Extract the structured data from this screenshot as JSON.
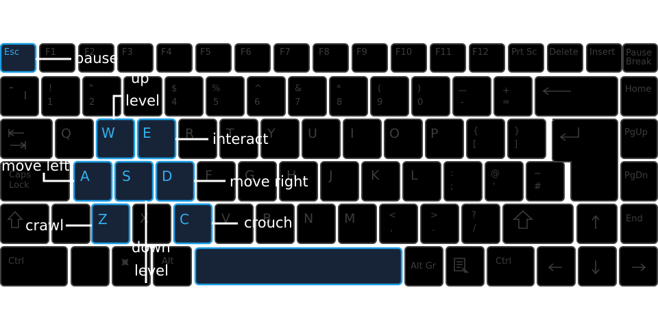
{
  "keyboard": {
    "row_fn": {
      "esc": "Esc",
      "f1": "F1",
      "f2": "F2",
      "f3": "F3",
      "f4": "F4",
      "f5": "F5",
      "f6": "F6",
      "f7": "F7",
      "f8": "F8",
      "f9": "F9",
      "f10": "F10",
      "f11": "F11",
      "f12": "F12",
      "prtsc": "Prt Sc",
      "delete": "Delete",
      "insert": "Insert",
      "pause": "Pause",
      "break": "Break"
    },
    "row_num": {
      "k1_top": "!",
      "k1_bot": "1",
      "k2_top": "\"",
      "k2_bot": "2",
      "k4_top": "$",
      "k4_bot": "4",
      "k5_top": "%",
      "k5_bot": "5",
      "k6_top": "^",
      "k6_bot": "6",
      "k7_top": "&",
      "k7_bot": "7",
      "k8_top": "*",
      "k8_bot": "8",
      "k9_top": "(",
      "k9_bot": "9",
      "k0_top": ")",
      "k0_bot": "0",
      "minus_top": "—",
      "minus_bot": "-",
      "plus_top": "+",
      "plus_bot": "=",
      "home": "Home"
    },
    "row_q": {
      "q": "Q",
      "w": "W",
      "e": "E",
      "r": "R",
      "t": "T",
      "y": "Y",
      "u": "U",
      "i": "I",
      "o": "O",
      "p": "P",
      "brace_top": "{",
      "brace_bot": "[",
      "bracket_top": "}",
      "bracket_bot": "]",
      "pgup": "PgUp"
    },
    "row_a": {
      "caps1": "Caps",
      "caps2": "Lock",
      "a": "A",
      "s": "S",
      "d": "D",
      "f": "F",
      "g": "G",
      "h": "H",
      "j": "J",
      "k": "K",
      "l": "L",
      "colon_top": ":",
      "colon_bot": ";",
      "at_top": "@",
      "at_bot": "'",
      "tilde_top": "~",
      "tilde_bot": "#",
      "pgdn": "PgDn"
    },
    "row_z": {
      "z": "Z",
      "x": "X",
      "c": "C",
      "v": "V",
      "b": "B",
      "n": "N",
      "m": "M",
      "lt_top": "<",
      "lt_bot": ",",
      "gt_top": ">",
      "gt_bot": ".",
      "q_top": "?",
      "q_bot": "/",
      "end": "End"
    },
    "row_bottom": {
      "ctrl_left": "Ctrl",
      "alt": "Alt",
      "altgr": "Alt Gr",
      "ctrl_right": "Ctrl"
    }
  },
  "callouts": {
    "pause": "pause",
    "up": "up",
    "level_up": "level",
    "interact": "interact",
    "move_left": "move left",
    "move_right": "move right",
    "crawl": "crawl",
    "crouch": "crouch",
    "down": "down",
    "level_down": "level"
  },
  "colors": {
    "key_fill": "#000000",
    "key_border": "#3f3f3f",
    "highlight_fill": "#172437",
    "highlight_border": "#1e9fe6",
    "highlight_text": "#35aef0",
    "callout": "#ffffff"
  }
}
